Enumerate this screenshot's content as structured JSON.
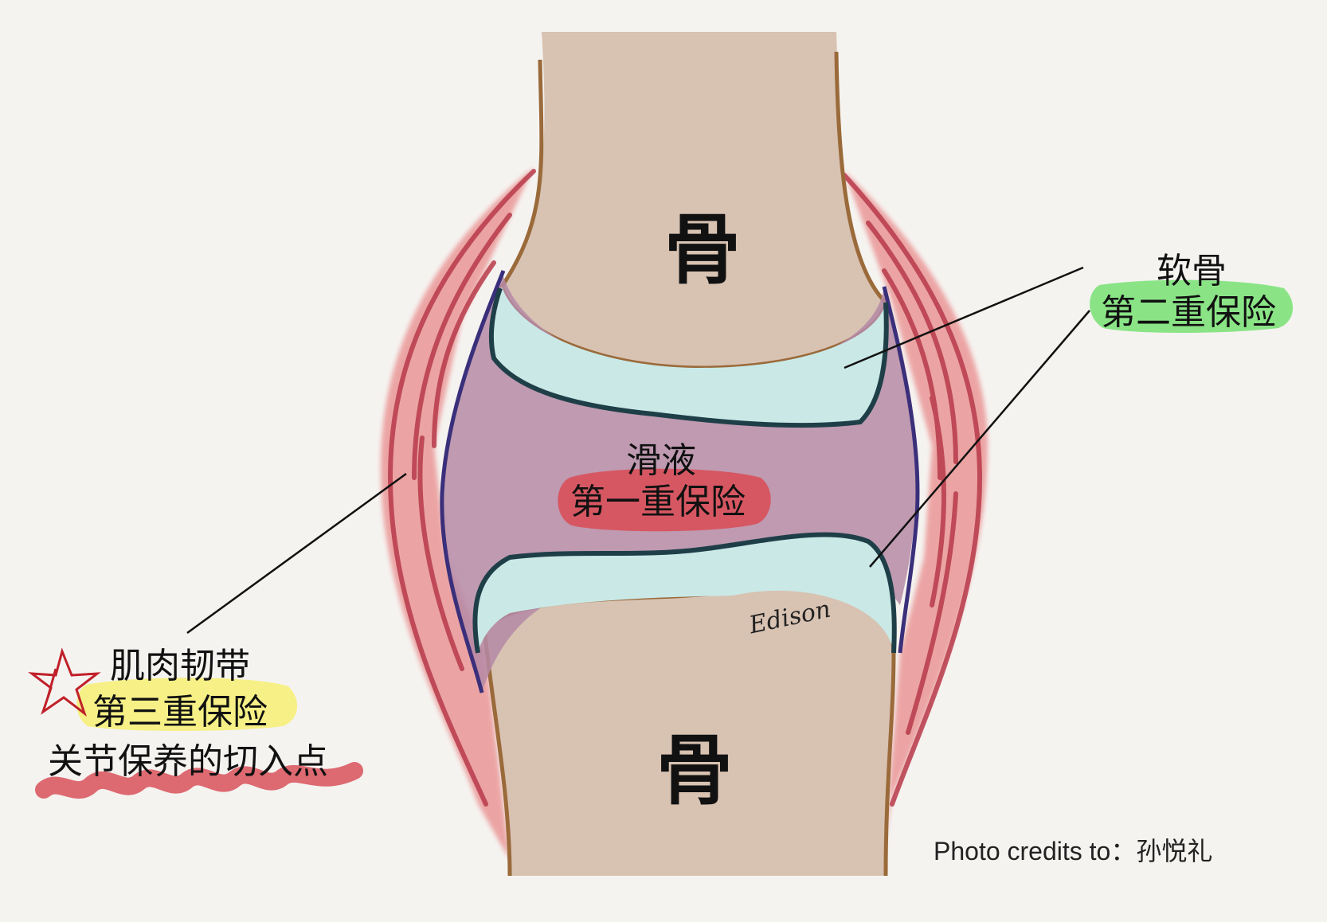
{
  "labels": {
    "bone_top": "骨",
    "bone_bottom": "骨",
    "synovial_fluid": "滑液",
    "first_protection": "第一重保险",
    "cartilage": "软骨",
    "second_protection": "第二重保险",
    "muscle_ligament": "肌肉韧带",
    "third_protection": "第三重保险",
    "maintenance_point": "关节保养的切入点",
    "credit": "Photo credits to：孙悦礼",
    "signature": "Edison"
  },
  "colors": {
    "background": "#f5f3f0",
    "bone": "#d8c2b2",
    "bone_outline": "#9a6a3a",
    "cartilage": "#c9e8e6",
    "cartilage_outline": "#1f3f48",
    "synovial": "#b58aa6",
    "synovial_outline": "#3a2f7a",
    "muscle": "#e88a8a",
    "muscle_line": "#b83a4a",
    "highlight_red": "#d8505a",
    "highlight_green": "#7ee27a",
    "highlight_yellow": "#f6f07a",
    "star": "#c0202a"
  },
  "icons": [
    "star-icon"
  ]
}
